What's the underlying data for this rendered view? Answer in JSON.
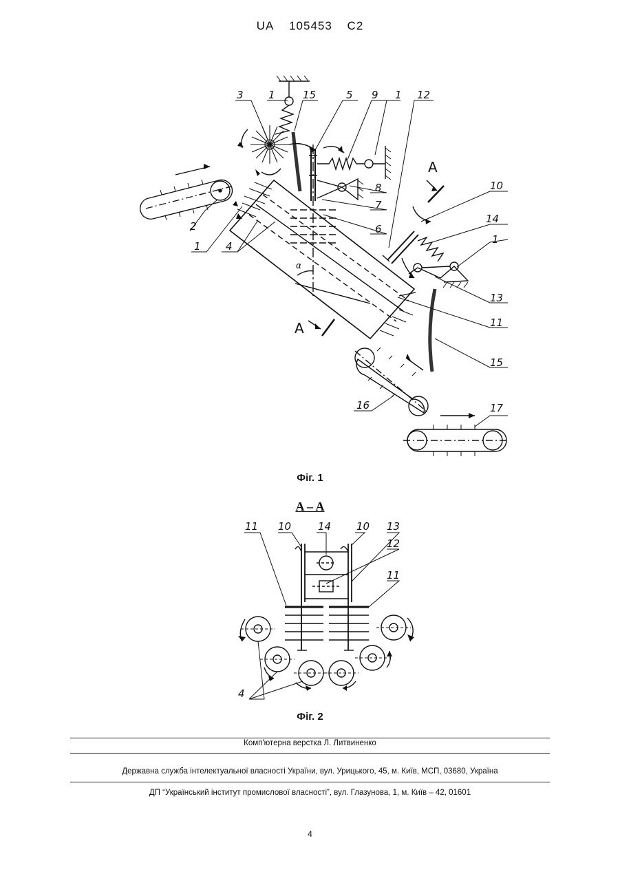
{
  "header": {
    "country": "UA",
    "number": "105453",
    "kind": "C2"
  },
  "figure1": {
    "caption": "Фіг. 1",
    "labels": [
      "3",
      "1",
      "15",
      "5",
      "9",
      "1",
      "12",
      "A",
      "10",
      "8",
      "7",
      "2",
      "1",
      "4",
      "6",
      "14",
      "1",
      "α",
      "13",
      "A",
      "11",
      "15",
      "16",
      "17"
    ]
  },
  "figure2": {
    "section": "A – A",
    "caption": "Фіг. 2",
    "labels": [
      "11",
      "10",
      "14",
      "10",
      "13",
      "12",
      "11",
      "4"
    ]
  },
  "footer": {
    "line1": "Комп'ютерна верстка Л. Литвиненко",
    "line2": "Державна служба інтелектуальної власності України, вул. Урицького, 45, м. Київ, МСП, 03680, Україна",
    "line3": "ДП “Український інститут промислової власності”, вул. Глазунова, 1, м. Київ – 42, 01601"
  },
  "page_number": "4"
}
